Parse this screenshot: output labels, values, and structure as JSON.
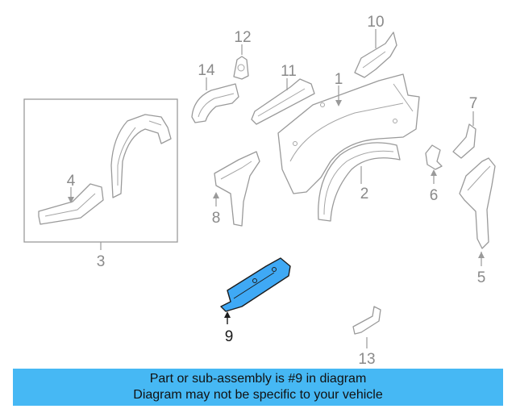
{
  "diagram": {
    "callouts": {
      "p1": "1",
      "p2": "2",
      "p3": "3",
      "p4": "4",
      "p5": "5",
      "p6": "6",
      "p7": "7",
      "p8": "8",
      "p9": "9",
      "p10": "10",
      "p11": "11",
      "p12": "12",
      "p13": "13",
      "p14": "14"
    },
    "highlighted_part": "9",
    "highlight_color": "#3fa9f5"
  },
  "banner": {
    "line1": "Part or sub-assembly is #9 in diagram",
    "line2": "Diagram may not be specific to your vehicle",
    "color": "#46b8f4"
  }
}
